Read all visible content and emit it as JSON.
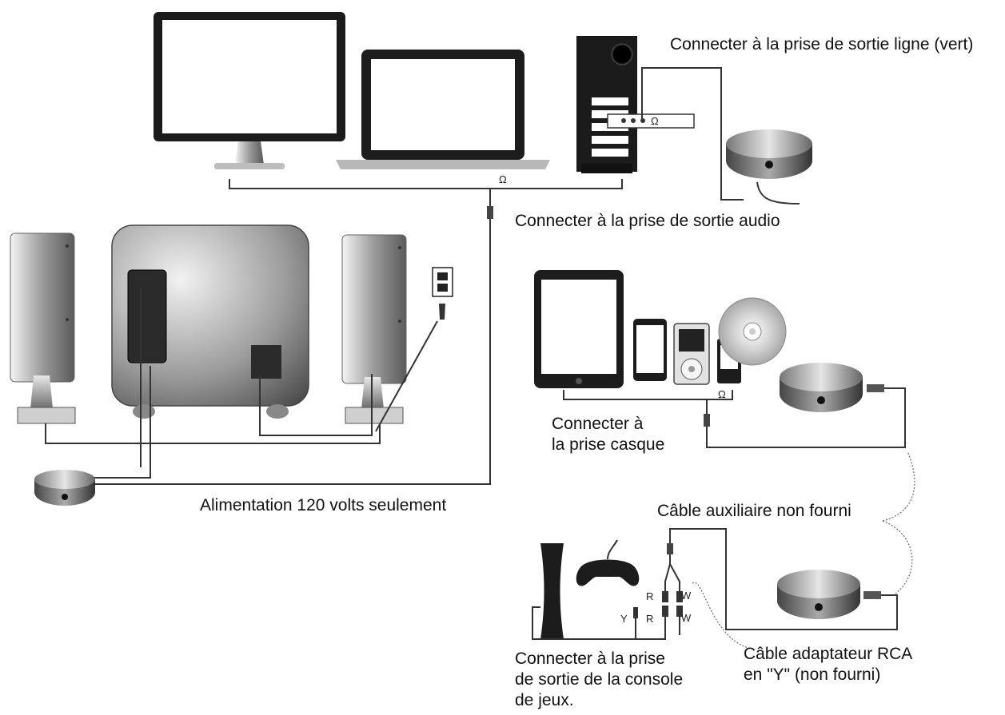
{
  "labels": {
    "line_out": "Connecter à la prise de sortie ligne (vert)",
    "audio_out": "Connecter à la prise de sortie audio",
    "headphone": [
      "Connecter à",
      "la prise casque"
    ],
    "power": "Alimentation 120 volts seulement",
    "aux_cable": "Câble auxiliaire non fourni",
    "rca_cable": [
      "Câble adaptateur RCA",
      "en \"Y\" (non fourni)"
    ],
    "console": [
      "Connecter à la prise",
      "de sortie de la console",
      "de jeux."
    ]
  },
  "plug_markers": {
    "red_top": "R",
    "red_bottom": "R",
    "white_top": "W",
    "white_bottom": "W",
    "yellow": "Y"
  },
  "icons": [
    "desktop-monitor-icon",
    "laptop-icon",
    "pc-tower-icon",
    "headphone-icon",
    "control-pod-icon",
    "satellite-speaker-icon",
    "subwoofer-icon",
    "wall-outlet-icon",
    "tablet-icon",
    "smartphone-icon",
    "media-player-icon",
    "mp3-player-icon",
    "cd-icon",
    "game-console-icon",
    "gamepad-icon"
  ]
}
